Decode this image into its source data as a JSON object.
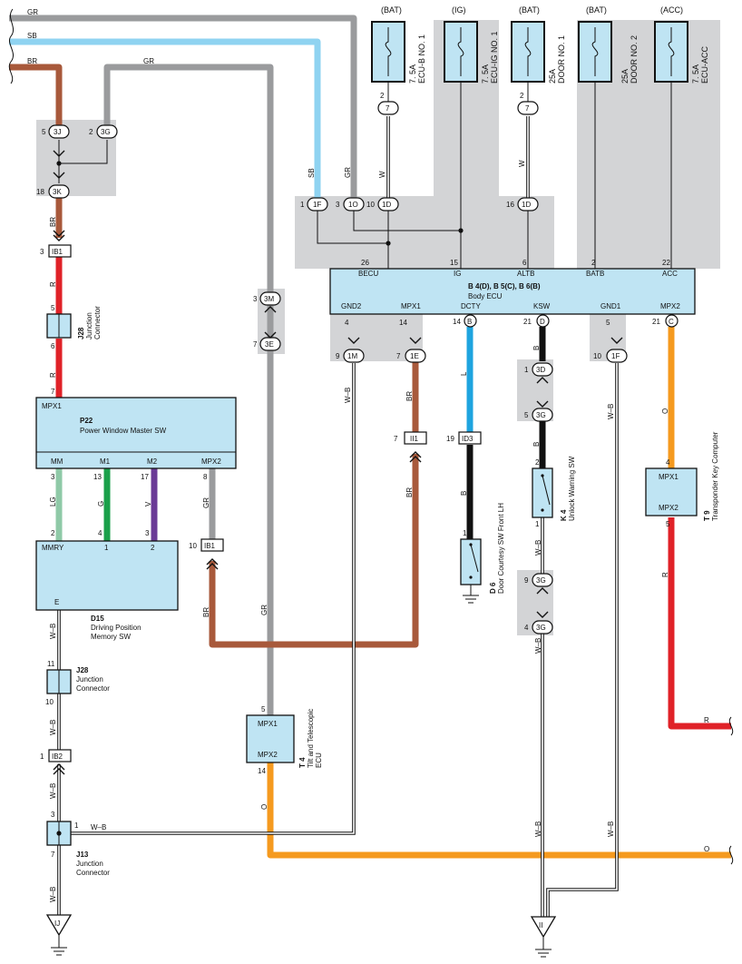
{
  "colors": {
    "GR": "#9a9b9d",
    "SB": "#8fd3f1",
    "BR": "#a8593b",
    "R": "#e02228",
    "LG": "#8fc9a7",
    "G": "#1aa04a",
    "V": "#6a3a96",
    "O": "#f59a1f",
    "L": "#1ea4df",
    "B": "#111111",
    "component_fill": "#bfe4f3",
    "shade": "#d3d4d6"
  },
  "fuses": [
    {
      "source": "(BAT)",
      "rating": "7. 5A",
      "name": "ECU-B NO. 1"
    },
    {
      "source": "(IG)",
      "rating": "7. 5A",
      "name": "ECU-IG NO. 1"
    },
    {
      "source": "(BAT)",
      "rating": "25A",
      "name": "DOOR NO. 1"
    },
    {
      "source": "(BAT)",
      "rating": "25A",
      "name": "DOOR NO. 2"
    },
    {
      "source": "(ACC)",
      "rating": "7. 5A",
      "name": "ECU-ACC"
    }
  ],
  "wire_labels": {
    "gr": "GR",
    "sb": "SB",
    "br": "BR",
    "r": "R",
    "w": "W",
    "lg": "LG",
    "g": "G",
    "v": "V",
    "o": "O",
    "l": "L",
    "b": "B",
    "wb": "W–B"
  },
  "connectors": {
    "c3J": "3J",
    "c3G": "3G",
    "c3K": "3K",
    "c1F": "1F",
    "c1O": "1O",
    "c1D": "1D",
    "c7": "7",
    "c3M": "3M",
    "c3E": "3E",
    "c1M": "1M",
    "c1E": "1E",
    "cB": "B",
    "cD": "D",
    "cC": "C",
    "c3D": "3D",
    "IB1": "IB1",
    "IB2": "IB2",
    "II1": "II1",
    "ID3": "ID3"
  },
  "pins": {
    "p1": "1",
    "p2": "2",
    "p3": "3",
    "p4": "4",
    "p5": "5",
    "p6": "6",
    "p7": "7",
    "p8": "8",
    "p9": "9",
    "p10": "10",
    "p11": "11",
    "p13": "13",
    "p14": "14",
    "p15": "15",
    "p16": "16",
    "p17": "17",
    "p18": "18",
    "p19": "19",
    "p21": "21",
    "p22": "22",
    "p26": "26"
  },
  "body_ecu": {
    "code": "B 4(D), B 5(C), B 6(B)",
    "name": "Body ECU",
    "top_terminals": [
      "BECU",
      "IG",
      "ALTB",
      "BATB",
      "ACC"
    ],
    "bottom_terminals": [
      "GND2",
      "MPX1",
      "DCTY",
      "KSW",
      "GND1",
      "MPX2"
    ]
  },
  "p22": {
    "code": "P22",
    "name": "Power Window Master SW",
    "mpx1": "MPX1",
    "mm": "MM",
    "m1": "M1",
    "m2": "M2",
    "mpx2": "MPX2"
  },
  "d15": {
    "code": "D15",
    "name1": "Driving Position",
    "name2": "Memory SW",
    "mmry": "MMRY",
    "e": "E"
  },
  "j28": {
    "code": "J28",
    "name1": "Junction",
    "name2": "Connector"
  },
  "j13": {
    "code": "J13",
    "name1": "Junction",
    "name2": "Connector"
  },
  "t4": {
    "code": "T 4",
    "name1": "Tilt and Telescopic",
    "name2": "ECU",
    "mpx1": "MPX1",
    "mpx2": "MPX2"
  },
  "t9": {
    "code": "T 9",
    "name": "Transponder Key Computer",
    "mpx1": "MPX1",
    "mpx2": "MPX2"
  },
  "d6": {
    "code": "D 6",
    "name": "Door Courtesy SW Front LH"
  },
  "k4": {
    "code": "K 4",
    "name": "Unlock Warning SW"
  },
  "grounds": {
    "ij": "IJ",
    "ii": "II"
  }
}
